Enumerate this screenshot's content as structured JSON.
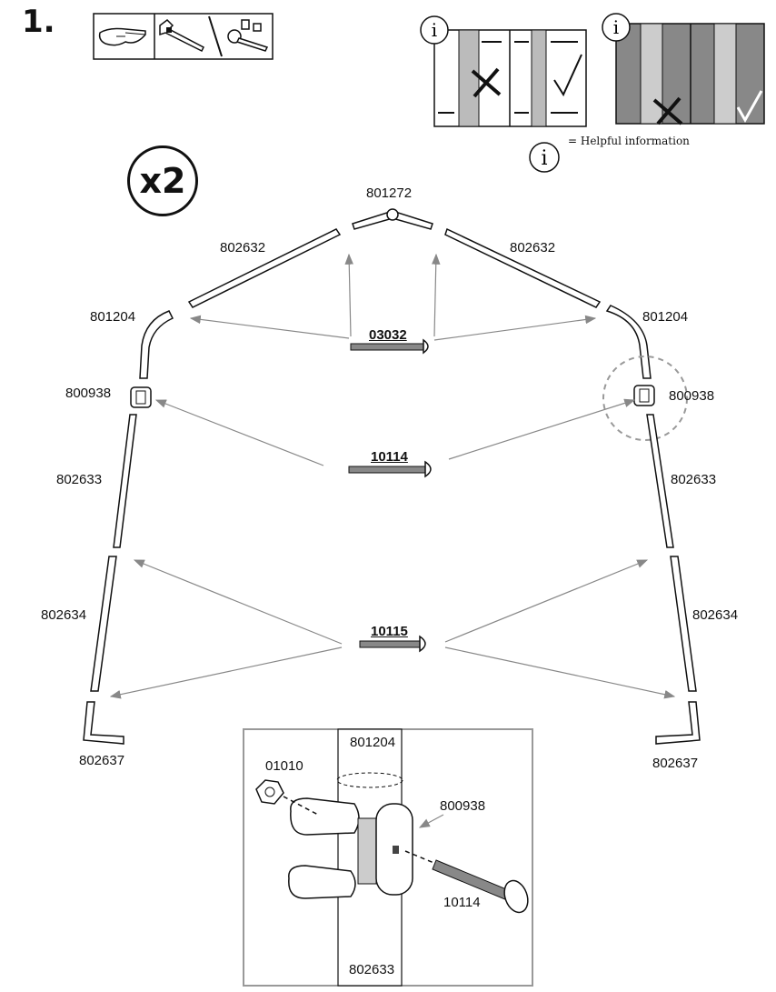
{
  "step_number": "1.",
  "quantity_badge": "x2",
  "tools": [
    "safety-glasses-icon",
    "adjustable-wrench-icon",
    "ratchet-wrench-icon"
  ],
  "info_legend": "= Helpful information",
  "info_symbol": "i",
  "parts": {
    "top_connector": "801272",
    "upper_rafter_left": "802632",
    "upper_rafter_right": "802632",
    "elbow_left": "801204",
    "elbow_right": "801204",
    "bracket_left": "800938",
    "bracket_right": "800938",
    "upper_leg_left": "802633",
    "upper_leg_right": "802633",
    "lower_leg_left": "802634",
    "lower_leg_right": "802634",
    "foot_left": "802637",
    "foot_right": "802637"
  },
  "bolts": {
    "bolt_top": "03032",
    "bolt_middle": "10114",
    "bolt_bottom": "10115"
  },
  "detail": {
    "elbow": "801204",
    "nut": "01010",
    "bracket": "800938",
    "bolt": "10114",
    "leg": "802633"
  }
}
